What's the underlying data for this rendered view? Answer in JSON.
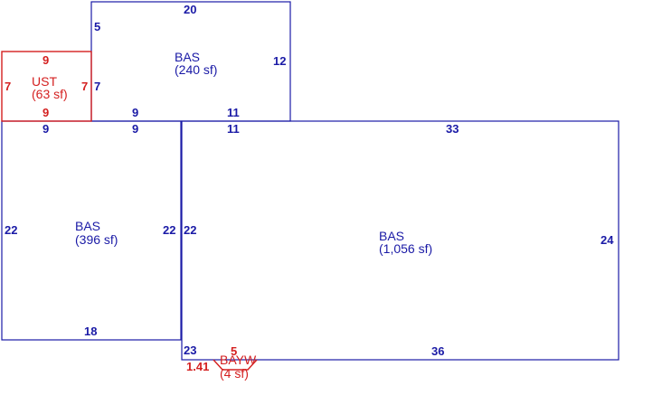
{
  "colors": {
    "main": "#1a1aa6",
    "accent": "#d42020"
  },
  "areas": {
    "upper": {
      "name": "BAS",
      "size": "(240 sf)"
    },
    "left": {
      "name": "BAS",
      "size": "(396 sf)"
    },
    "main": {
      "name": "BAS",
      "size": "(1,056 sf)"
    },
    "ust": {
      "name": "UST",
      "size": "(63 sf)"
    },
    "bay": {
      "name": "BAYW",
      "size": "(4 sf)"
    }
  },
  "dims": {
    "upper_top": "20",
    "upper_left": "5",
    "upper_left2": "7",
    "upper_right": "12",
    "upper_bottom_left": "9",
    "upper_bottom_right": "11",
    "ust_top": "9",
    "ust_left": "7",
    "ust_right": "7",
    "ust_bottom": "9",
    "left_top": "9",
    "left_top2": "9",
    "left_left": "22",
    "left_right": "22",
    "left_bottom": "18",
    "main_top": "33",
    "main_top_left": "11",
    "main_left": "22",
    "main_right": "24",
    "main_bottom": "36",
    "main_bottom_left": "23",
    "bay_top": "5",
    "bay_side": "1.41"
  }
}
